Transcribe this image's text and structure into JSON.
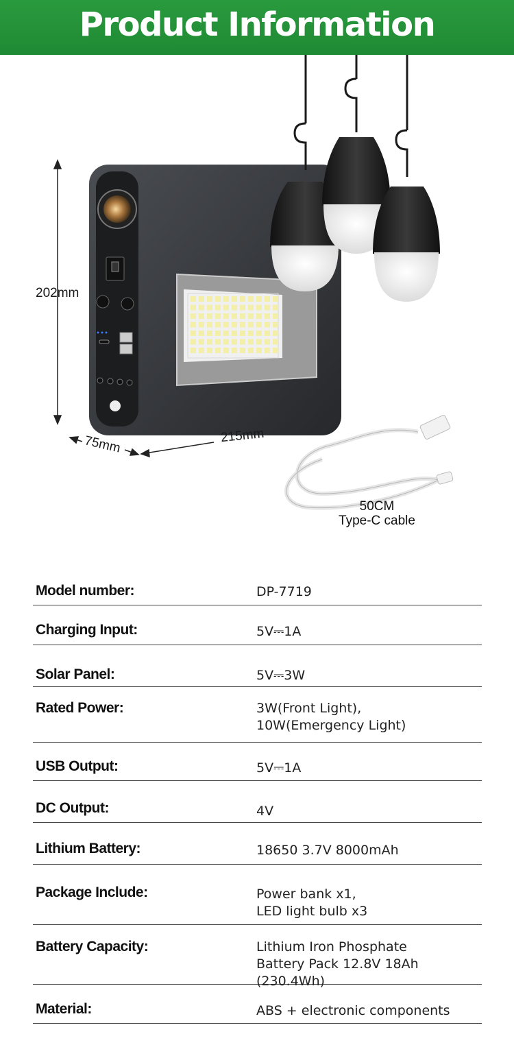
{
  "header": {
    "title": "Product Information"
  },
  "figure": {
    "height_label": "202mm",
    "depth_label": "75mm",
    "width_label": "215mm",
    "cable_length": "50CM",
    "cable_type": "Type-C cable"
  },
  "specs": [
    {
      "label": "Model number:",
      "value": "DP-7719",
      "value2": ""
    },
    {
      "label": "Charging Input:",
      "value": "5V⎓1A",
      "value2": ""
    },
    {
      "label": "Solar Panel:",
      "value": "5V⎓3W",
      "value2": ""
    },
    {
      "label": "Rated Power:",
      "value": "3W(Front Light),",
      "value2": "10W(Emergency Light)"
    },
    {
      "label": "USB Output:",
      "value": "5V⎓1A",
      "value2": ""
    },
    {
      "label": "DC Output:",
      "value": "4V",
      "value2": ""
    },
    {
      "label": "Lithium Battery:",
      "value": "18650 3.7V 8000mAh",
      "value2": ""
    },
    {
      "label": "Package Include:",
      "value": "Power bank x1,",
      "value2": "LED light bulb x3"
    },
    {
      "label": "Battery Capacity:",
      "value": "Lithium Iron Phosphate",
      "value2": "Battery Pack 12.8V 18Ah (230.4Wh)"
    },
    {
      "label": "Material:",
      "value": "ABS + electronic components",
      "value2": ""
    }
  ]
}
